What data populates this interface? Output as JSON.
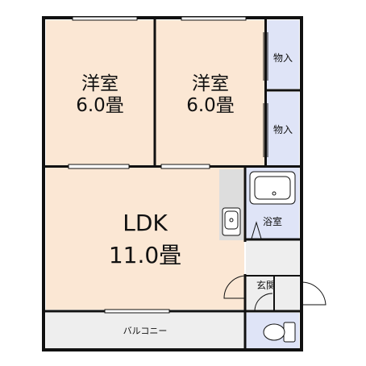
{
  "floorplan": {
    "rooms": {
      "western_room_1": {
        "name": "洋室",
        "size": "6.0畳"
      },
      "western_room_2": {
        "name": "洋室",
        "size": "6.0畳"
      },
      "closet_upper": {
        "name": "物入"
      },
      "closet_lower": {
        "name": "物入"
      },
      "ldk": {
        "name": "LDK",
        "size": "11.0畳"
      },
      "bathroom": {
        "name": "浴室"
      },
      "entrance": {
        "name": "玄関"
      },
      "balcony": {
        "name": "バルコニー"
      }
    },
    "colors": {
      "room_fill": "#fbe7d4",
      "wet_fill": "#dfe4f7",
      "corridor_fill": "#eeeeee",
      "wall": "#111111"
    }
  }
}
